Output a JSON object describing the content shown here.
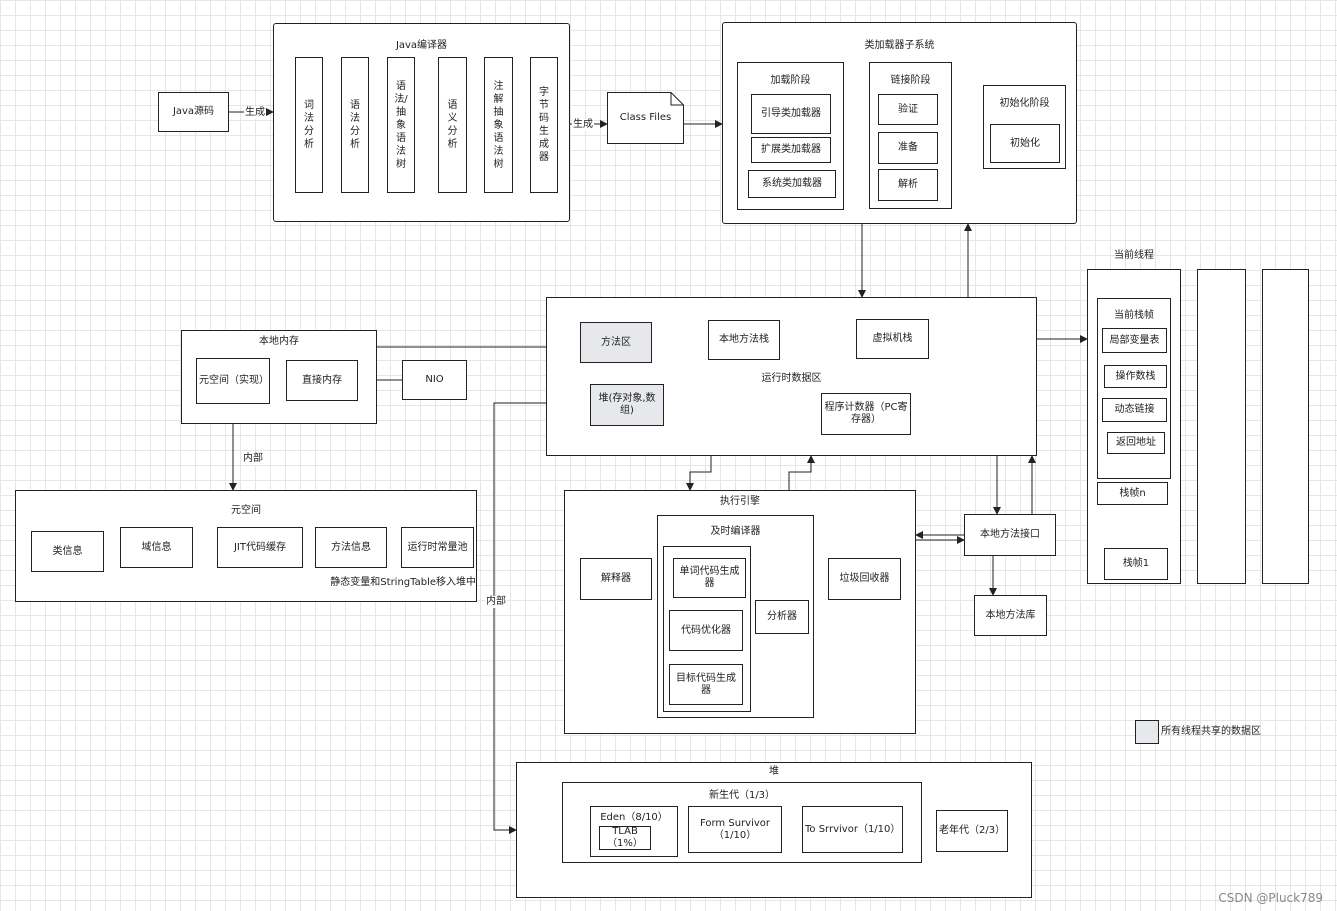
{
  "source": "Java源码",
  "edge_gen1": "生成",
  "edge_gen2": "生成",
  "edge_internal1": "内部",
  "edge_internal2": "内部",
  "compiler": {
    "title": "Java编译器",
    "stages": [
      "词法分析",
      "语法分析",
      "语法/抽象语法树",
      "语义分析",
      "注解抽象语法树",
      "字节码生成器"
    ]
  },
  "class_files": "Class Files",
  "classloader": {
    "title": "类加载器子系统",
    "loading": {
      "title": "加载阶段",
      "items": [
        "引导类加载器",
        "扩展类加载器",
        "系统类加载器"
      ]
    },
    "linking": {
      "title": "链接阶段",
      "items": [
        "验证",
        "准备",
        "解析"
      ]
    },
    "init": {
      "title": "初始化阶段",
      "item": "初始化"
    }
  },
  "runtime": {
    "title": "运行时数据区",
    "method_area": "方法区",
    "native_stack": "本地方法栈",
    "vm_stack": "虚拟机栈",
    "heap": "堆(存对象,数组)",
    "pc": "程序计数器（PC寄存器）"
  },
  "native_memory": {
    "title": "本地内存",
    "metaspace": "元空间（实现）",
    "direct": "直接内存",
    "nio": "NIO"
  },
  "metaspace": {
    "title": "元空间",
    "items": [
      "类信息",
      "域信息",
      "JIT代码缓存",
      "方法信息",
      "运行时常量池"
    ],
    "note": "静态变量和StringTable移入堆中"
  },
  "engine": {
    "title": "执行引擎",
    "interpreter": "解释器",
    "jit": {
      "title": "及时编译器",
      "steps": [
        "单词代码生成器",
        "代码优化器",
        "目标代码生成器"
      ],
      "analyzer": "分析器"
    },
    "gc": "垃圾回收器"
  },
  "native_interface": "本地方法接口",
  "native_lib": "本地方法库",
  "thread": {
    "title": "当前线程",
    "frame": {
      "title": "当前栈帧",
      "items": [
        "局部变量表",
        "操作数栈",
        "动态链接",
        "返回地址"
      ]
    },
    "frame_n": "栈帧n",
    "frame_1": "栈帧1"
  },
  "heap": {
    "title": "堆",
    "young": {
      "title": "新生代（1/3）",
      "eden": "Eden（8/10）",
      "tlab": "TLAB（1%）",
      "from": "Form Survivor（1/10）",
      "to": "To Srrvivor（1/10）"
    },
    "old": "老年代（2/3）"
  },
  "legend": "所有线程共享的数据区",
  "watermark": "CSDN @Pluck789"
}
